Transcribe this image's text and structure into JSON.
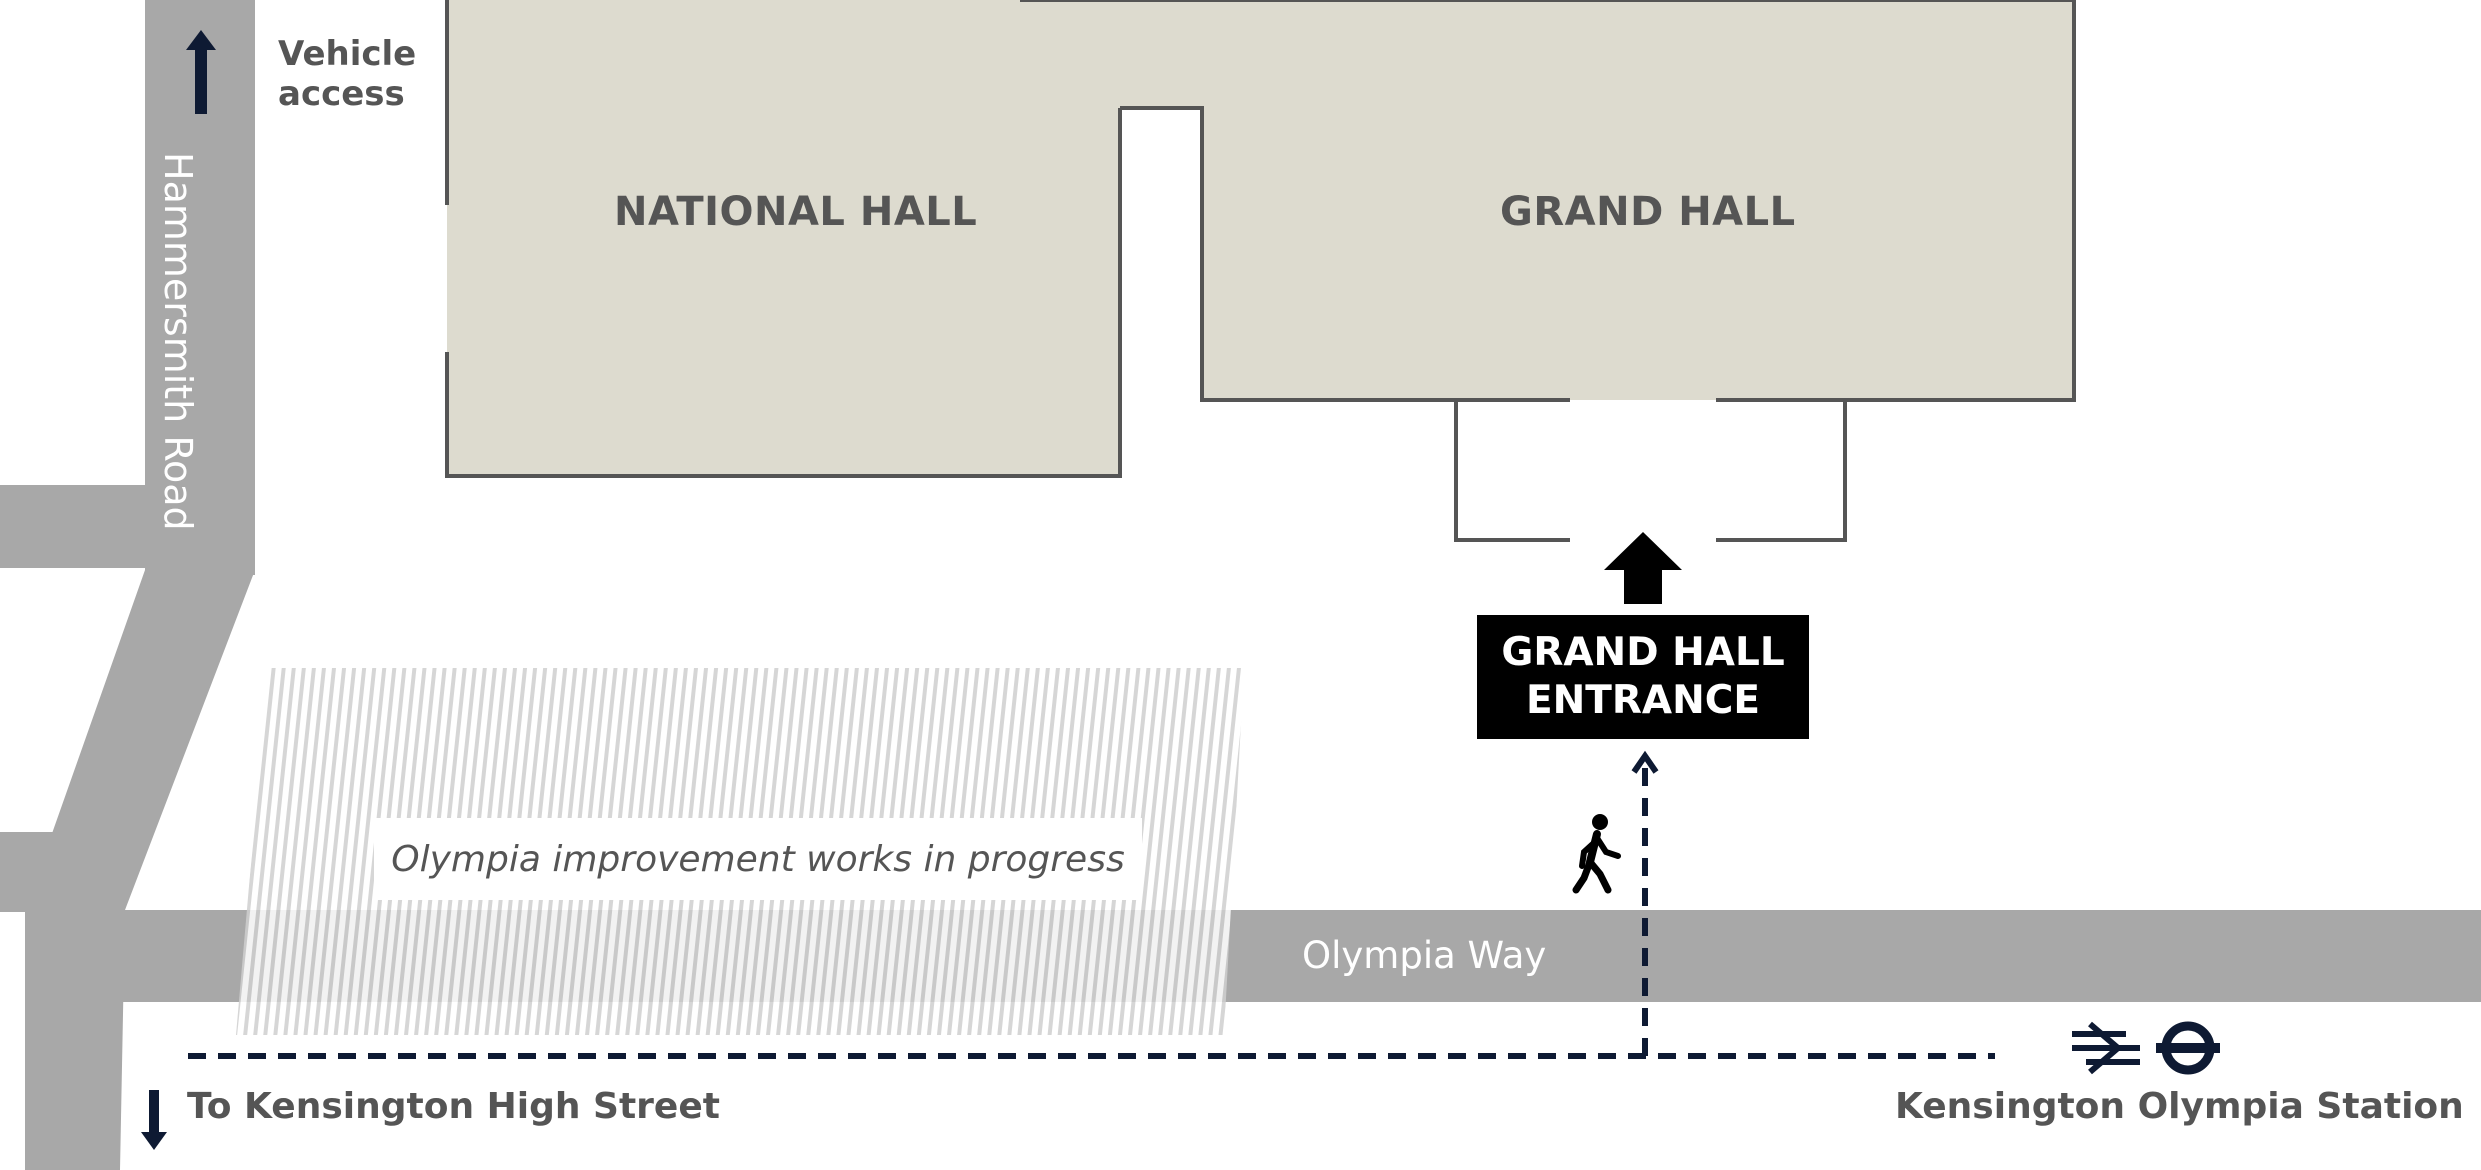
{
  "buildings": {
    "national_hall": "NATIONAL HALL",
    "grand_hall": "GRAND HALL"
  },
  "roads": {
    "hammersmith": "Hammersmith Road",
    "olympia_way": "Olympia Way"
  },
  "vehicle_access": "Vehicle access",
  "works_notice": "Olympia improvement works in progress",
  "entrance": {
    "line1": "GRAND HALL",
    "line2": "ENTRANCE"
  },
  "destinations": {
    "kensington_high_street": "To Kensington High Street",
    "station": "Kensington Olympia Station"
  },
  "icons": [
    "up-arrow-icon",
    "down-arrow-icon",
    "entrance-arrow-icon",
    "pedestrian-icon",
    "national-rail-icon",
    "underground-roundel-icon"
  ],
  "colors": {
    "road": "#a8a8a8",
    "building": "#dddbcf",
    "building_outline": "#555555",
    "text": "#555555",
    "route": "#0e1a33"
  }
}
